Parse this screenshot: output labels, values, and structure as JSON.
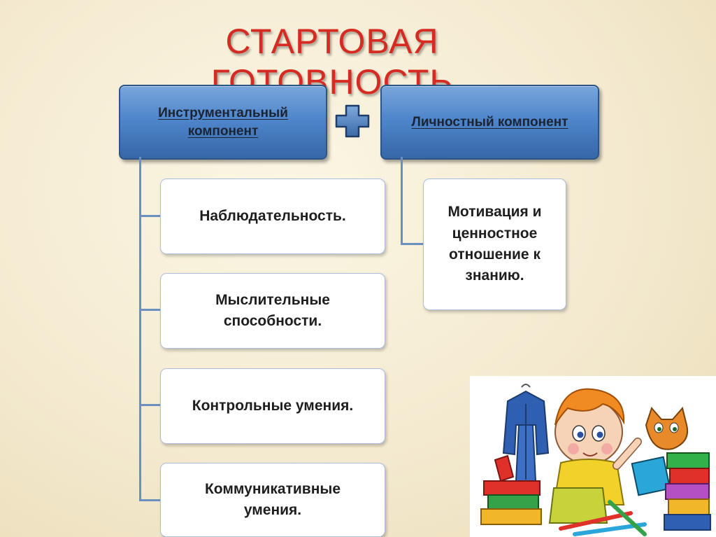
{
  "title": "СТАРТОВАЯ ГОТОВНОСТЬ",
  "components": {
    "instrumental": {
      "label": "Инструментальный компонент",
      "items": [
        "Наблюдательность.",
        "Мыслительные способности.",
        "Контрольные умения.",
        "Коммуникативные умения."
      ]
    },
    "personal": {
      "label": "Личностный  компонент",
      "items": [
        "Мотивация и ценностное отношение к знанию."
      ]
    }
  },
  "plus_icon": "plus-icon",
  "illustration": "child-with-school-items-and-cat-illustration",
  "colors": {
    "title": "#d62b22",
    "header_fill": "#4f86cb",
    "connector": "#6b8fbf"
  }
}
